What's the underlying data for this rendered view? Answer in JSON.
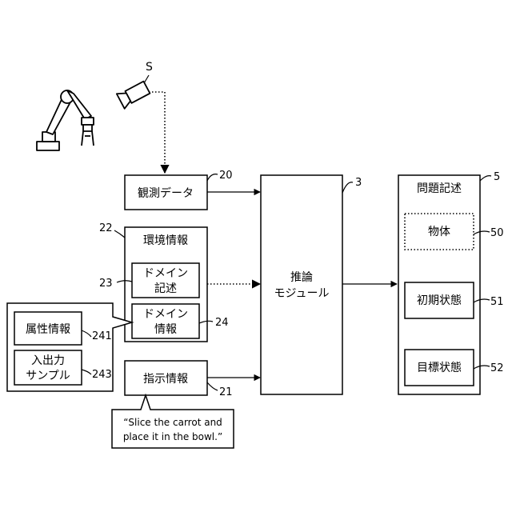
{
  "sensor_label": "S",
  "observation": {
    "label": "観測データ",
    "ref": "20"
  },
  "environment": {
    "label": "環境情報",
    "ref": "22"
  },
  "domain_description": {
    "line1": "ドメイン",
    "line2": "記述",
    "ref": "23"
  },
  "domain_information": {
    "line1": "ドメイン",
    "line2": "情報",
    "ref": "24"
  },
  "attribute_info": {
    "label": "属性情報",
    "ref": "241"
  },
  "io_sample": {
    "line1": "入出力",
    "line2": "サンプル",
    "ref": "243"
  },
  "instruction": {
    "label": "指示情報",
    "ref": "21"
  },
  "instruction_text": {
    "line1": "“Slice the carrot and",
    "line2": "place it in the bowl.”"
  },
  "inference": {
    "line1": "推論",
    "line2": "モジュール",
    "ref": "3"
  },
  "problem": {
    "label": "問題記述",
    "ref": "5"
  },
  "object": {
    "label": "物体",
    "ref": "50"
  },
  "initial_state": {
    "label": "初期状態",
    "ref": "51"
  },
  "goal_state": {
    "label": "目標状態",
    "ref": "52"
  }
}
